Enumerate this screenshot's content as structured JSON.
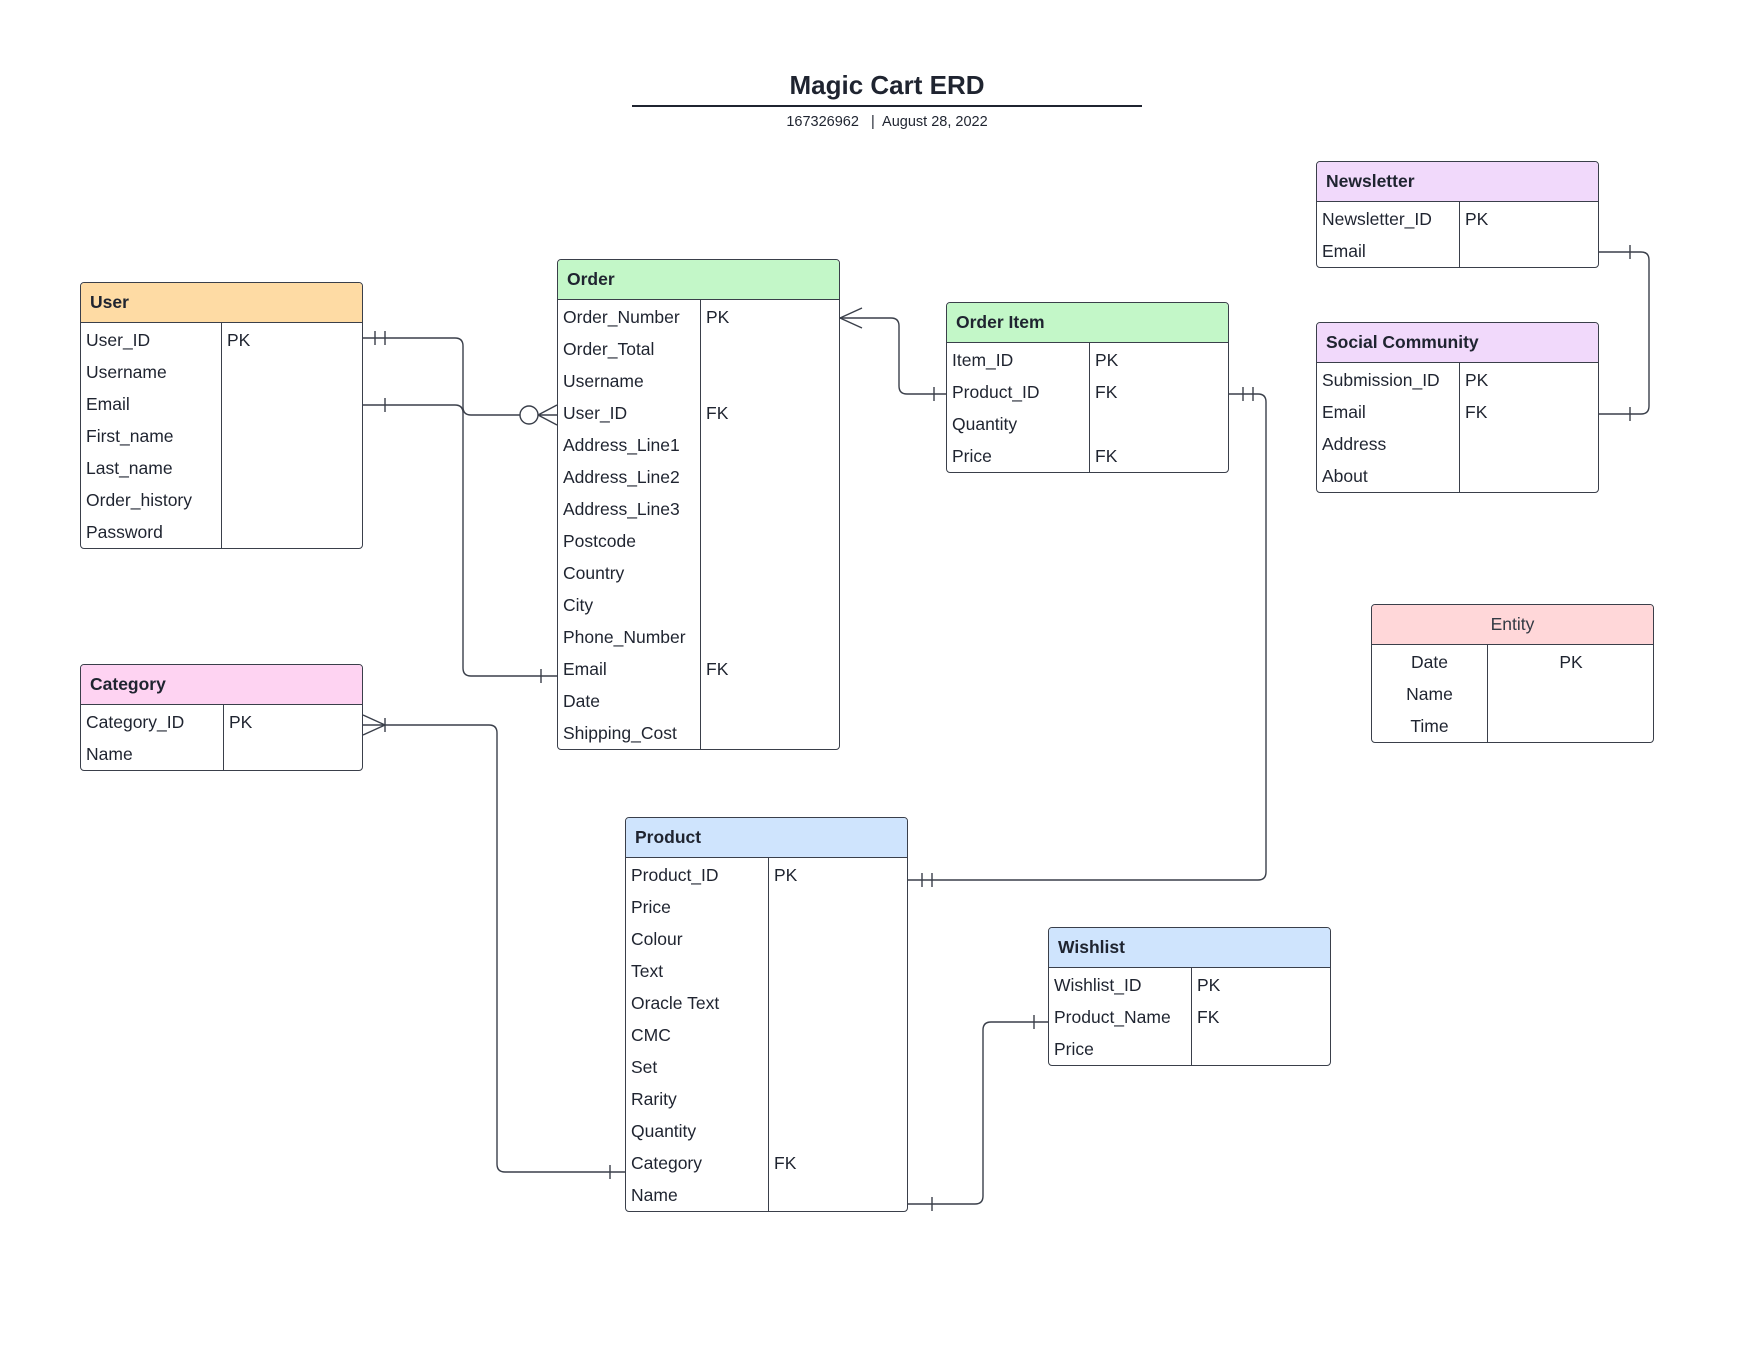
{
  "title": "Magic Cart ERD",
  "subtitle": "167326962   |  August 28, 2022",
  "entities": {
    "user": {
      "name": "User",
      "color": "#fedba4",
      "rows": [
        {
          "field": "User_ID",
          "key": "PK"
        },
        {
          "field": "Username",
          "key": ""
        },
        {
          "field": "Email",
          "key": ""
        },
        {
          "field": "First_name",
          "key": ""
        },
        {
          "field": "Last_name",
          "key": ""
        },
        {
          "field": "Order_history",
          "key": ""
        },
        {
          "field": "Password",
          "key": ""
        }
      ]
    },
    "order": {
      "name": "Order",
      "color": "#c3f7c8",
      "rows": [
        {
          "field": "Order_Number",
          "key": "PK"
        },
        {
          "field": "Order_Total",
          "key": ""
        },
        {
          "field": "Username",
          "key": ""
        },
        {
          "field": "User_ID",
          "key": "FK"
        },
        {
          "field": "Address_Line1",
          "key": ""
        },
        {
          "field": "Address_Line2",
          "key": ""
        },
        {
          "field": "Address_Line3",
          "key": ""
        },
        {
          "field": "Postcode",
          "key": ""
        },
        {
          "field": "Country",
          "key": ""
        },
        {
          "field": "City",
          "key": ""
        },
        {
          "field": "Phone_Number",
          "key": ""
        },
        {
          "field": "Email",
          "key": "FK"
        },
        {
          "field": "Date",
          "key": ""
        },
        {
          "field": "Shipping_Cost",
          "key": ""
        }
      ]
    },
    "order_item": {
      "name": "Order Item",
      "color": "#c3f7c8",
      "rows": [
        {
          "field": "Item_ID",
          "key": "PK"
        },
        {
          "field": "Product_ID",
          "key": "FK"
        },
        {
          "field": "Quantity",
          "key": ""
        },
        {
          "field": "Price",
          "key": "FK"
        }
      ]
    },
    "newsletter": {
      "name": "Newsletter",
      "color": "#f1d9fb",
      "rows": [
        {
          "field": "Newsletter_ID",
          "key": "PK"
        },
        {
          "field": "Email",
          "key": ""
        }
      ]
    },
    "social_community": {
      "name": "Social Community",
      "color": "#f1d9fb",
      "rows": [
        {
          "field": "Submission_ID",
          "key": "PK"
        },
        {
          "field": "Email",
          "key": "FK"
        },
        {
          "field": "Address",
          "key": ""
        },
        {
          "field": "About",
          "key": ""
        }
      ]
    },
    "category": {
      "name": "Category",
      "color": "#fed3f2",
      "rows": [
        {
          "field": "Category_ID",
          "key": "PK"
        },
        {
          "field": "Name",
          "key": ""
        }
      ]
    },
    "entity_legend": {
      "name": "Entity",
      "color": "#ffd7d9",
      "rows": [
        {
          "field": "Date",
          "key": "PK"
        },
        {
          "field": "Name",
          "key": ""
        },
        {
          "field": "Time",
          "key": ""
        }
      ]
    },
    "product": {
      "name": "Product",
      "color": "#cfe4fd",
      "rows": [
        {
          "field": "Product_ID",
          "key": "PK"
        },
        {
          "field": "Price",
          "key": ""
        },
        {
          "field": "Colour",
          "key": ""
        },
        {
          "field": "Text",
          "key": ""
        },
        {
          "field": "Oracle Text",
          "key": ""
        },
        {
          "field": "CMC",
          "key": ""
        },
        {
          "field": "Set",
          "key": ""
        },
        {
          "field": "Rarity",
          "key": ""
        },
        {
          "field": "Quantity",
          "key": ""
        },
        {
          "field": "Category",
          "key": "FK"
        },
        {
          "field": "Name",
          "key": ""
        }
      ]
    },
    "wishlist": {
      "name": "Wishlist",
      "color": "#cfe4fd",
      "rows": [
        {
          "field": "Wishlist_ID",
          "key": "PK"
        },
        {
          "field": "Product_Name",
          "key": "FK"
        },
        {
          "field": "Price",
          "key": ""
        }
      ]
    }
  },
  "relationships": [
    {
      "from": "user.User_ID",
      "to": "order.User_ID",
      "from_end": "one-and-only-one",
      "to_end": "zero-or-many"
    },
    {
      "from": "user.Email",
      "to": "order.Email",
      "from_end": "one",
      "to_end": "one"
    },
    {
      "from": "order.Order_Number",
      "to": "order_item.Product_ID",
      "from_end": "many",
      "to_end": "one"
    },
    {
      "from": "order_item.Product_ID",
      "to": "product.Product_ID",
      "from_end": "one-and-only-one",
      "to_end": "one-and-only-one"
    },
    {
      "from": "newsletter.Email",
      "to": "social_community.Email",
      "from_end": "one",
      "to_end": "one"
    },
    {
      "from": "category.Category_ID",
      "to": "product.Category",
      "from_end": "one-or-many",
      "to_end": "one"
    },
    {
      "from": "product.Name",
      "to": "wishlist.Product_Name",
      "from_end": "one",
      "to_end": "one"
    }
  ]
}
